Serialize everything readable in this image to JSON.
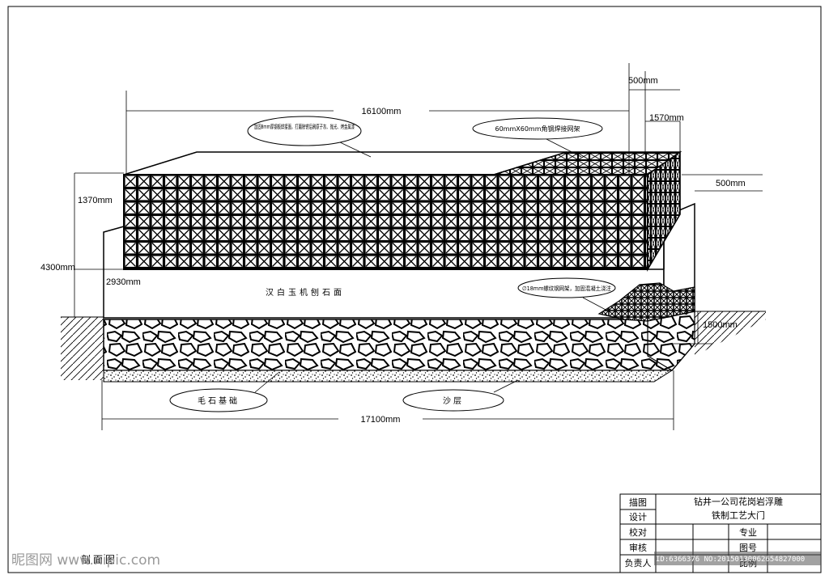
{
  "dimensions": {
    "top_length": "16100mm",
    "right_offset": "500mm",
    "right_width": "1570mm",
    "right_step": "500mm",
    "mesh_height": "1370mm",
    "total_height": "4300mm",
    "wall_height": "2930mm",
    "foundation_depth": "1500mm",
    "bottom_length": "17100mm"
  },
  "callouts": {
    "cap_note": "加固8mm厚钢板焊接面，打磨除锈后刷原子灰、抛光、烤金属漆",
    "angle_steel": "60mmX60mm角钢焊接网架",
    "rebar_note": "∅18mm螺纹钢网架，加固混凝土浇注",
    "rubble": "毛石基础",
    "sand": "沙层"
  },
  "stone_face_label": "汉白玉机刨石面",
  "title_block": {
    "title_line1": "钻井一公司花岗岩浮雕",
    "title_line2": "铁制工艺大门",
    "rows": [
      "描图",
      "设计",
      "校对",
      "审核",
      "负责人"
    ],
    "specialty": "专业",
    "drawing_no": "图号",
    "scale": "比例"
  },
  "view_label": "剖面图",
  "watermark": {
    "logo": "昵图网 www.nipic.com",
    "id": "ID:6366376 NO:20150130062654827000"
  }
}
